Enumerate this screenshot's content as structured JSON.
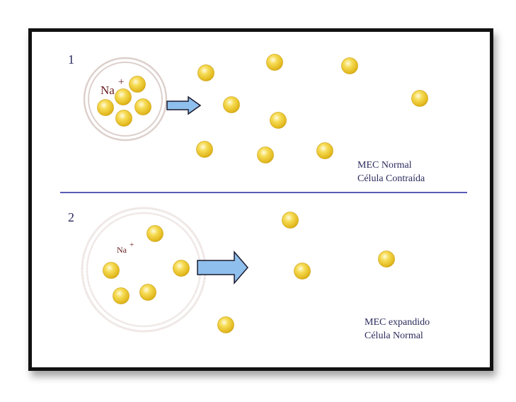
{
  "panel1": {
    "number": "1",
    "ion_label": "Na",
    "ion_charge": "+",
    "caption_line1": "MEC Normal",
    "caption_line2": "Célula Contraída"
  },
  "panel2": {
    "number": "2",
    "ion_label": "Na",
    "ion_charge": "+",
    "caption_line1": "MEC expandido",
    "caption_line2": "Célula Normal"
  },
  "colors": {
    "divider": "#5a5ab4",
    "arrow": "#8fbfec",
    "ion": "#f2cf3a",
    "membrane": "#d9c8c3",
    "text": "#2b2b5e"
  }
}
